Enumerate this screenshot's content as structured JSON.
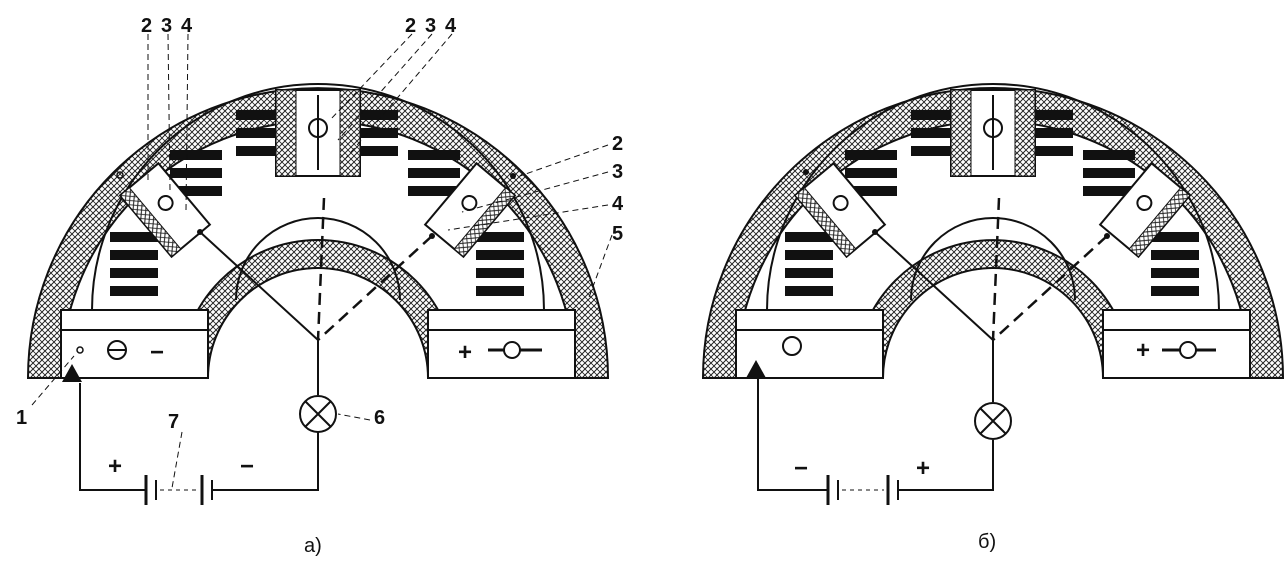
{
  "diagrams": [
    {
      "id": "a",
      "caption": "а)",
      "labels": {
        "l1": "1",
        "l2a": "2",
        "l3a": "3",
        "l4a": "4",
        "l2b": "2",
        "l3b": "3",
        "l4b": "4",
        "l2c": "2",
        "l3c": "3",
        "l4c": "4",
        "l5": "5",
        "l6": "6",
        "l7": "7"
      },
      "signs": {
        "left_terminal": "−",
        "right_terminal": "+",
        "battery_left": "+",
        "battery_right": "−"
      }
    },
    {
      "id": "b",
      "caption": "б)",
      "signs": {
        "right_terminal": "+",
        "battery_left": "−",
        "battery_right": "+"
      }
    }
  ]
}
